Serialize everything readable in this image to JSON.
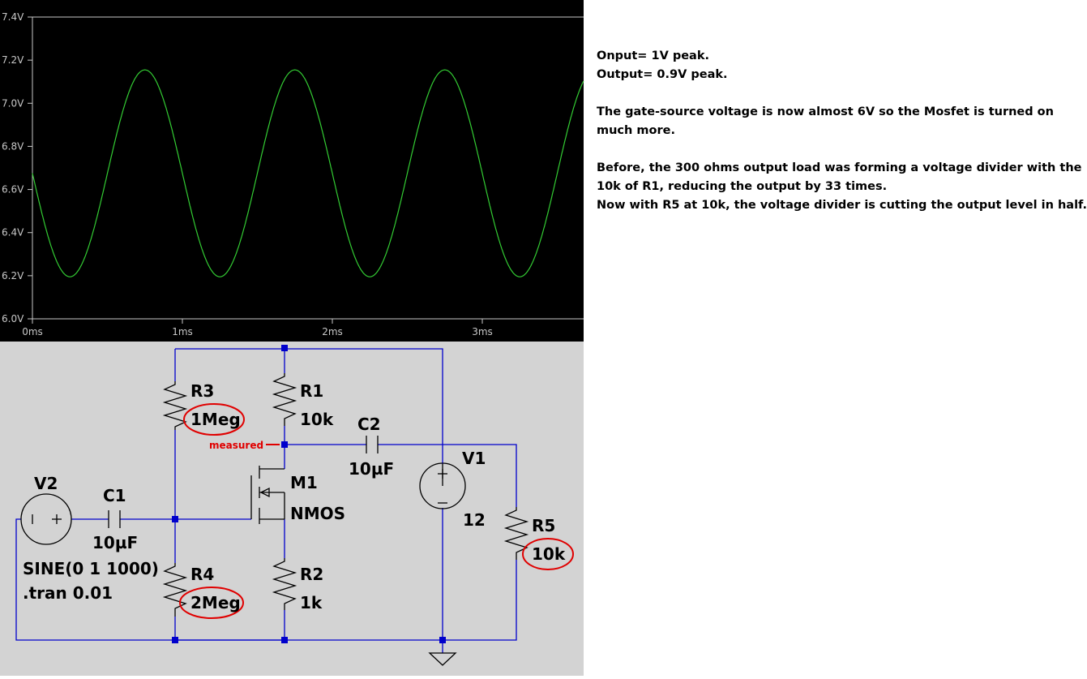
{
  "plot": {
    "y_ticks": [
      "7.4V",
      "7.2V",
      "7.0V",
      "6.8V",
      "6.6V",
      "6.4V",
      "6.2V",
      "6.0V"
    ],
    "x_ticks": [
      "0ms",
      "1ms",
      "2ms",
      "3ms"
    ]
  },
  "chart_data": {
    "type": "line",
    "title": "",
    "xlabel": "",
    "ylabel": "",
    "xlim": [
      0,
      3.7
    ],
    "ylim": [
      6.0,
      7.4
    ],
    "x_unit": "ms",
    "y_unit": "V",
    "grid": false,
    "series": [
      {
        "color": "#33cc33",
        "offset_v": 6.675,
        "amplitude_v": 0.48,
        "frequency_hz": 1000,
        "first_min_ms": 0.25,
        "first_max_ms": 0.75
      }
    ]
  },
  "schematic": {
    "labels": {
      "r3_name": "R3",
      "r3_value": "1Meg",
      "r1_name": "R1",
      "r1_value": "10k",
      "c2_name": "C2",
      "c2_value": "10µF",
      "v1_name": "V1",
      "v1_value": "12",
      "m1_name": "M1",
      "m1_model": "NMOS",
      "v2_name": "V2",
      "v2_value": "SINE(0 1 1000)",
      "tran": ".tran 0.01",
      "c1_name": "C1",
      "c1_value": "10µF",
      "r4_name": "R4",
      "r4_value": "2Meg",
      "r2_name": "R2",
      "r2_value": "1k",
      "r5_name": "R5",
      "r5_value": "10k",
      "measured": "measured"
    },
    "colors": {
      "wire": "#0000cc",
      "component": "#000000",
      "annotation": "#e00000",
      "background": "#d3d3d3"
    }
  },
  "notes": {
    "line1": "Onput= 1V peak.",
    "line2": "Output= 0.9V peak.",
    "line3": "The gate-source voltage is now almost 6V so the Mosfet is turned on",
    "line4": "much more.",
    "line5": "Before, the 300 ohms output load was forming a voltage divider with the",
    "line6": "10k of R1, reducing the output by 33 times.",
    "line7": "Now with R5 at 10k,  the voltage divider is cutting the output level in half."
  }
}
